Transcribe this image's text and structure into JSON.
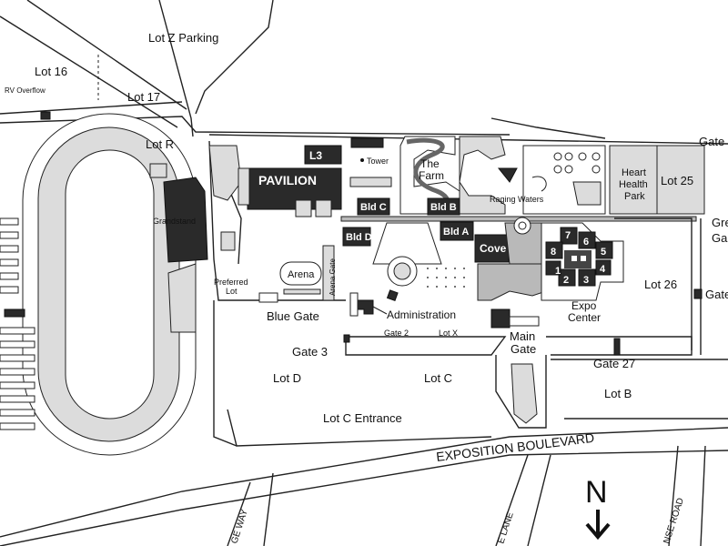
{
  "labels": {
    "lot_z": "Lot Z Parking",
    "lot_16": "Lot 16",
    "rv_overflow": "RV Overflow",
    "lot_17": "Lot 17",
    "lot_r": "Lot R",
    "gate_top": "Gate",
    "l3": "L3",
    "tower": "Tower",
    "the_farm": "The Farm",
    "pavilion": "PAVILION",
    "heart_health": "Heart Health Park",
    "lot_25": "Lot 25",
    "grandstand": "Grandstand",
    "bld_c": "Bld C",
    "bld_b": "Bld B",
    "raging_waters": "Raging Waters",
    "bld_d": "Bld D",
    "bld_a": "Bld A",
    "cove": "Cove",
    "arena": "Arena",
    "arena_gate": "Arena Gate",
    "preferred_lot": "Preferred Lot",
    "lot_26": "Lot 26",
    "expo_center": "Expo Center",
    "administration": "Administration",
    "blue_gate": "Blue Gate",
    "gate_2": "Gate 2",
    "lot_x": "Lot X",
    "main_gate": "Main Gate",
    "gate_3": "Gate 3",
    "gate_27": "Gate 27",
    "lot_d": "Lot D",
    "lot_c": "Lot C",
    "lot_b": "Lot B",
    "lot_c_entrance": "Lot C Entrance",
    "exposition_blvd": "EXPOSITION BOULEVARD",
    "north": "N",
    "way_road": "GE WAY",
    "lane_road": "E LANE",
    "road_right": "NSE ROAD",
    "right_gate_1": "Gre",
    "right_gate_2": "Ga",
    "right_gate_3": "Gate"
  },
  "expo_halls": [
    "1",
    "2",
    "3",
    "4",
    "5",
    "6",
    "7",
    "8"
  ],
  "colors": {
    "building": "#2a2a2a",
    "lot_fill": "#dcdcdc",
    "path_fill": "#b9b9b9",
    "background": "#ffffff",
    "line": "#222222"
  },
  "icons": {
    "north_arrow": "down-arrow-icon"
  }
}
